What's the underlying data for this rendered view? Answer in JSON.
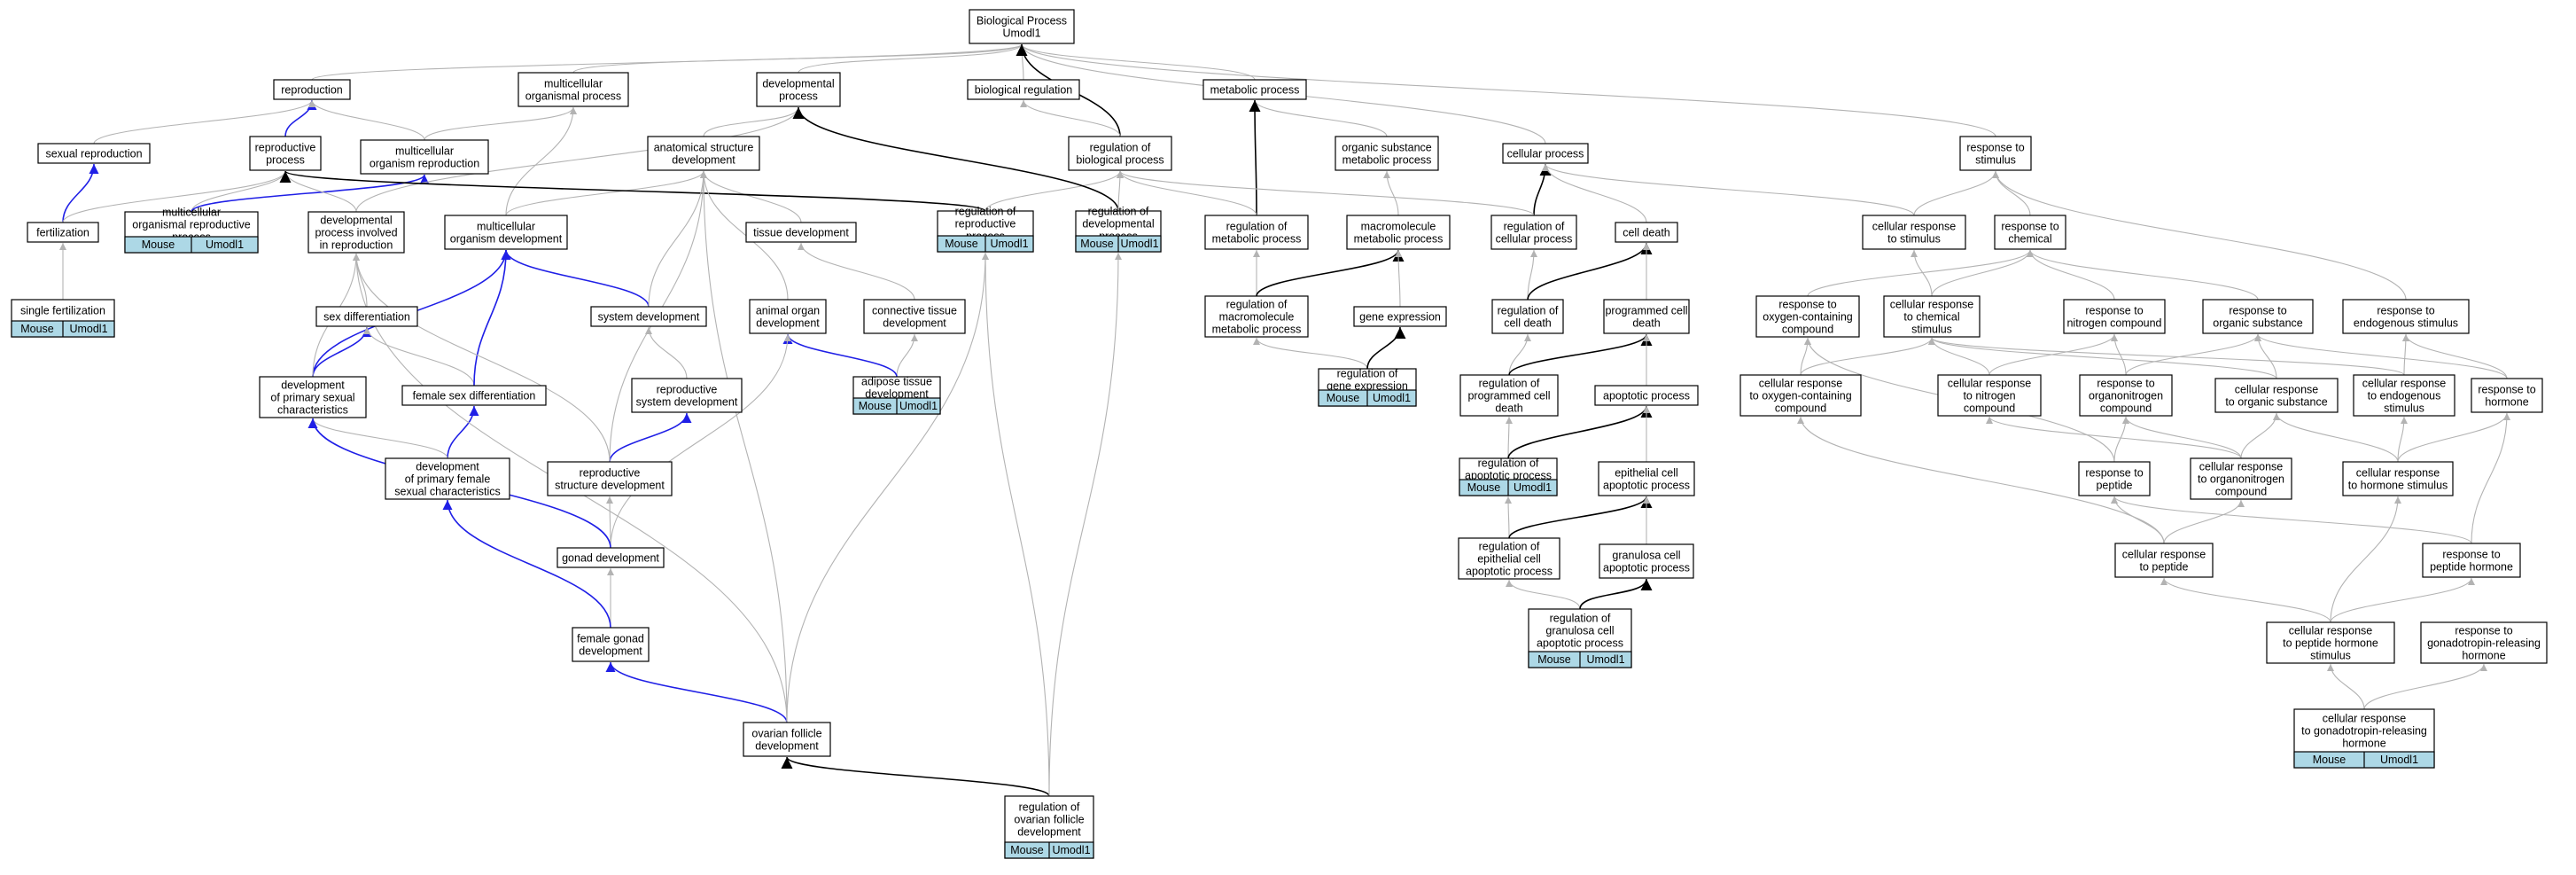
{
  "colors": {
    "grey_edge": "#b3b3b3",
    "blue_edge": "#1f1fe6",
    "black_edge": "#000000",
    "badge_fill": "#add8e6",
    "node_fill": "#ffffff"
  },
  "badge": {
    "organism": "Mouse",
    "gene": "Umodl1"
  },
  "nodes": [
    {
      "id": "bp",
      "lines": [
        "Biological Process",
        "Umodl1"
      ]
    },
    {
      "id": "reproduction",
      "lines": [
        "reproduction"
      ]
    },
    {
      "id": "mop",
      "lines": [
        "multicellular",
        "organismal process"
      ]
    },
    {
      "id": "devproc",
      "lines": [
        "developmental",
        "process"
      ]
    },
    {
      "id": "bioreg",
      "lines": [
        "biological regulation"
      ]
    },
    {
      "id": "metab",
      "lines": [
        "metabolic process"
      ]
    },
    {
      "id": "sexrep",
      "lines": [
        "sexual reproduction"
      ]
    },
    {
      "id": "repproc",
      "lines": [
        "reproductive",
        "process"
      ]
    },
    {
      "id": "morep",
      "lines": [
        "multicellular",
        "organism reproduction"
      ]
    },
    {
      "id": "asd",
      "lines": [
        "anatomical structure",
        "development"
      ]
    },
    {
      "id": "regbio",
      "lines": [
        "regulation of",
        "biological process"
      ]
    },
    {
      "id": "osmp",
      "lines": [
        "organic substance",
        "metabolic process"
      ]
    },
    {
      "id": "cellproc",
      "lines": [
        "cellular process"
      ]
    },
    {
      "id": "respstim",
      "lines": [
        "response to",
        "stimulus"
      ]
    },
    {
      "id": "fert",
      "lines": [
        "fertilization"
      ]
    },
    {
      "id": "morp",
      "lines": [
        "multicellular",
        "organismal reproductive",
        "process"
      ],
      "badge": true
    },
    {
      "id": "dpir",
      "lines": [
        "developmental",
        "process involved",
        "in reproduction"
      ]
    },
    {
      "id": "mod",
      "lines": [
        "multicellular",
        "organism development"
      ]
    },
    {
      "id": "tissdev",
      "lines": [
        "tissue development"
      ]
    },
    {
      "id": "regrep",
      "lines": [
        "regulation of",
        "reproductive",
        "process"
      ],
      "badge": true
    },
    {
      "id": "regdev",
      "lines": [
        "regulation of",
        "developmental",
        "process"
      ],
      "badge": true
    },
    {
      "id": "regmet",
      "lines": [
        "regulation of",
        "metabolic process"
      ]
    },
    {
      "id": "macromp",
      "lines": [
        "macromolecule",
        "metabolic process"
      ]
    },
    {
      "id": "regcell",
      "lines": [
        "regulation of",
        "cellular process"
      ]
    },
    {
      "id": "celldeath",
      "lines": [
        "cell death"
      ]
    },
    {
      "id": "crstim",
      "lines": [
        "cellular response",
        "to stimulus"
      ]
    },
    {
      "id": "rchem",
      "lines": [
        "response to",
        "chemical"
      ]
    },
    {
      "id": "singfert",
      "lines": [
        "single fertilization"
      ],
      "badge": true
    },
    {
      "id": "sexdiff",
      "lines": [
        "sex differentiation"
      ]
    },
    {
      "id": "sysdev",
      "lines": [
        "system development"
      ]
    },
    {
      "id": "aod",
      "lines": [
        "animal organ",
        "development"
      ]
    },
    {
      "id": "ctd",
      "lines": [
        "connective tissue",
        "development"
      ]
    },
    {
      "id": "regmmp",
      "lines": [
        "regulation of",
        "macromolecule",
        "metabolic process"
      ]
    },
    {
      "id": "geneexp",
      "lines": [
        "gene expression"
      ]
    },
    {
      "id": "regcd",
      "lines": [
        "regulation of",
        "cell death"
      ]
    },
    {
      "id": "pcd",
      "lines": [
        "programmed cell",
        "death"
      ]
    },
    {
      "id": "roxy",
      "lines": [
        "response to",
        "oxygen-containing",
        "compound"
      ]
    },
    {
      "id": "crchem",
      "lines": [
        "cellular response",
        "to chemical",
        "stimulus"
      ]
    },
    {
      "id": "rnitro",
      "lines": [
        "response to",
        "nitrogen compound"
      ]
    },
    {
      "id": "rorgsub",
      "lines": [
        "response to",
        "organic substance"
      ]
    },
    {
      "id": "rendo",
      "lines": [
        "response to",
        "endogenous stimulus"
      ]
    },
    {
      "id": "dpsc",
      "lines": [
        "development",
        "of primary sexual",
        "characteristics"
      ]
    },
    {
      "id": "fsd",
      "lines": [
        "female sex differentiation"
      ]
    },
    {
      "id": "rsd",
      "lines": [
        "reproductive",
        "system development"
      ]
    },
    {
      "id": "atd",
      "lines": [
        "adipose tissue",
        "development"
      ],
      "badge": true
    },
    {
      "id": "regge",
      "lines": [
        "regulation of",
        "gene expression"
      ],
      "badge": true
    },
    {
      "id": "regpcd",
      "lines": [
        "regulation of",
        "programmed cell",
        "death"
      ]
    },
    {
      "id": "apop",
      "lines": [
        "apoptotic process"
      ]
    },
    {
      "id": "croxy",
      "lines": [
        "cellular response",
        "to oxygen-containing",
        "compound"
      ]
    },
    {
      "id": "crnitro",
      "lines": [
        "cellular response",
        "to nitrogen",
        "compound"
      ]
    },
    {
      "id": "rorgn",
      "lines": [
        "response to",
        "organonitrogen",
        "compound"
      ]
    },
    {
      "id": "crorgsub",
      "lines": [
        "cellular response",
        "to organic substance"
      ]
    },
    {
      "id": "crendo",
      "lines": [
        "cellular response",
        "to endogenous",
        "stimulus"
      ]
    },
    {
      "id": "rhorm",
      "lines": [
        "response to",
        "hormone"
      ]
    },
    {
      "id": "dpfsc",
      "lines": [
        "development",
        "of primary female",
        "sexual characteristics"
      ]
    },
    {
      "id": "rstruct",
      "lines": [
        "reproductive",
        "structure development"
      ]
    },
    {
      "id": "regap",
      "lines": [
        "regulation of",
        "apoptotic process"
      ],
      "badge": true
    },
    {
      "id": "ecap",
      "lines": [
        "epithelial cell",
        "apoptotic process"
      ]
    },
    {
      "id": "rpep",
      "lines": [
        "response to",
        "peptide"
      ]
    },
    {
      "id": "crorgn",
      "lines": [
        "cellular response",
        "to organonitrogen",
        "compound"
      ]
    },
    {
      "id": "crhorm",
      "lines": [
        "cellular response",
        "to hormone stimulus"
      ]
    },
    {
      "id": "gonad",
      "lines": [
        "gonad development"
      ]
    },
    {
      "id": "regecap",
      "lines": [
        "regulation of",
        "epithelial cell",
        "apoptotic process"
      ]
    },
    {
      "id": "gcap",
      "lines": [
        "granulosa cell",
        "apoptotic process"
      ]
    },
    {
      "id": "crpep",
      "lines": [
        "cellular response",
        "to peptide"
      ]
    },
    {
      "id": "rpephorm",
      "lines": [
        "response to",
        "peptide hormone"
      ]
    },
    {
      "id": "fgd",
      "lines": [
        "female gonad",
        "development"
      ]
    },
    {
      "id": "reggcap",
      "lines": [
        "regulation of",
        "granulosa cell",
        "apoptotic process"
      ],
      "badge": true
    },
    {
      "id": "crpephorm",
      "lines": [
        "cellular response",
        "to peptide hormone",
        "stimulus"
      ]
    },
    {
      "id": "rgnrh",
      "lines": [
        "response to",
        "gonadotropin-releasing",
        "hormone"
      ]
    },
    {
      "id": "ofd",
      "lines": [
        "ovarian follicle",
        "development"
      ]
    },
    {
      "id": "regofd",
      "lines": [
        "regulation of",
        "ovarian follicle",
        "development"
      ],
      "badge": true
    },
    {
      "id": "crgnrh",
      "lines": [
        "cellular response",
        "to gonadotropin-releasing",
        "hormone"
      ],
      "badge": true
    }
  ],
  "edges": [
    {
      "from": "reproduction",
      "to": "bp",
      "style": "grey"
    },
    {
      "from": "mop",
      "to": "bp",
      "style": "grey"
    },
    {
      "from": "devproc",
      "to": "bp",
      "style": "grey"
    },
    {
      "from": "bioreg",
      "to": "bp",
      "style": "grey"
    },
    {
      "from": "metab",
      "to": "bp",
      "style": "grey"
    },
    {
      "from": "cellproc",
      "to": "bp",
      "style": "grey"
    },
    {
      "from": "respstim",
      "to": "bp",
      "style": "grey"
    },
    {
      "from": "regbio",
      "to": "bp",
      "style": "black"
    },
    {
      "from": "regbio",
      "to": "bioreg",
      "style": "grey"
    },
    {
      "from": "sexrep",
      "to": "reproduction",
      "style": "grey"
    },
    {
      "from": "repproc",
      "to": "reproduction",
      "style": "blue"
    },
    {
      "from": "morep",
      "to": "reproduction",
      "style": "grey"
    },
    {
      "from": "morep",
      "to": "mop",
      "style": "grey"
    },
    {
      "from": "asd",
      "to": "devproc",
      "style": "grey"
    },
    {
      "from": "osmp",
      "to": "metab",
      "style": "grey"
    },
    {
      "from": "fert",
      "to": "sexrep",
      "style": "blue"
    },
    {
      "from": "fert",
      "to": "repproc",
      "style": "grey"
    },
    {
      "from": "singfert",
      "to": "fert",
      "style": "grey"
    },
    {
      "from": "morp",
      "to": "repproc",
      "style": "grey"
    },
    {
      "from": "morp",
      "to": "morep",
      "style": "blue"
    },
    {
      "from": "dpir",
      "to": "repproc",
      "style": "grey"
    },
    {
      "from": "dpir",
      "to": "devproc",
      "style": "grey"
    },
    {
      "from": "mod",
      "to": "mop",
      "style": "grey"
    },
    {
      "from": "mod",
      "to": "asd",
      "style": "grey"
    },
    {
      "from": "tissdev",
      "to": "asd",
      "style": "grey"
    },
    {
      "from": "regrep",
      "to": "repproc",
      "style": "black"
    },
    {
      "from": "regrep",
      "to": "regbio",
      "style": "grey"
    },
    {
      "from": "regdev",
      "to": "devproc",
      "style": "black"
    },
    {
      "from": "regdev",
      "to": "regbio",
      "style": "grey"
    },
    {
      "from": "regmet",
      "to": "metab",
      "style": "black"
    },
    {
      "from": "regmet",
      "to": "regbio",
      "style": "grey"
    },
    {
      "from": "macromp",
      "to": "osmp",
      "style": "grey"
    },
    {
      "from": "regcell",
      "to": "cellproc",
      "style": "black"
    },
    {
      "from": "regcell",
      "to": "regbio",
      "style": "grey"
    },
    {
      "from": "celldeath",
      "to": "cellproc",
      "style": "grey"
    },
    {
      "from": "crstim",
      "to": "cellproc",
      "style": "grey"
    },
    {
      "from": "crstim",
      "to": "respstim",
      "style": "grey"
    },
    {
      "from": "rchem",
      "to": "respstim",
      "style": "grey"
    },
    {
      "from": "sexdiff",
      "to": "dpir",
      "style": "grey"
    },
    {
      "from": "sysdev",
      "to": "mod",
      "style": "blue"
    },
    {
      "from": "sysdev",
      "to": "asd",
      "style": "grey"
    },
    {
      "from": "aod",
      "to": "asd",
      "style": "grey"
    },
    {
      "from": "ctd",
      "to": "tissdev",
      "style": "grey"
    },
    {
      "from": "regmmp",
      "to": "regmet",
      "style": "grey"
    },
    {
      "from": "regmmp",
      "to": "macromp",
      "style": "black"
    },
    {
      "from": "geneexp",
      "to": "macromp",
      "style": "grey"
    },
    {
      "from": "regcd",
      "to": "regcell",
      "style": "grey"
    },
    {
      "from": "regcd",
      "to": "celldeath",
      "style": "black"
    },
    {
      "from": "pcd",
      "to": "celldeath",
      "style": "grey"
    },
    {
      "from": "roxy",
      "to": "rchem",
      "style": "grey"
    },
    {
      "from": "crchem",
      "to": "crstim",
      "style": "grey"
    },
    {
      "from": "crchem",
      "to": "rchem",
      "style": "grey"
    },
    {
      "from": "rnitro",
      "to": "rchem",
      "style": "grey"
    },
    {
      "from": "rorgsub",
      "to": "rchem",
      "style": "grey"
    },
    {
      "from": "rendo",
      "to": "respstim",
      "style": "grey"
    },
    {
      "from": "dpsc",
      "to": "sexdiff",
      "style": "blue"
    },
    {
      "from": "dpsc",
      "to": "mod",
      "style": "blue"
    },
    {
      "from": "dpsc",
      "to": "dpir",
      "style": "grey"
    },
    {
      "from": "fsd",
      "to": "sexdiff",
      "style": "grey"
    },
    {
      "from": "fsd",
      "to": "mod",
      "style": "blue"
    },
    {
      "from": "rsd",
      "to": "sysdev",
      "style": "grey"
    },
    {
      "from": "atd",
      "to": "ctd",
      "style": "grey"
    },
    {
      "from": "atd",
      "to": "aod",
      "style": "blue"
    },
    {
      "from": "regge",
      "to": "regmmp",
      "style": "grey"
    },
    {
      "from": "regge",
      "to": "geneexp",
      "style": "black"
    },
    {
      "from": "regpcd",
      "to": "regcd",
      "style": "grey"
    },
    {
      "from": "regpcd",
      "to": "pcd",
      "style": "black"
    },
    {
      "from": "apop",
      "to": "pcd",
      "style": "grey"
    },
    {
      "from": "croxy",
      "to": "roxy",
      "style": "grey"
    },
    {
      "from": "croxy",
      "to": "crchem",
      "style": "grey"
    },
    {
      "from": "crnitro",
      "to": "rnitro",
      "style": "grey"
    },
    {
      "from": "crnitro",
      "to": "crchem",
      "style": "grey"
    },
    {
      "from": "rorgn",
      "to": "rnitro",
      "style": "grey"
    },
    {
      "from": "rorgn",
      "to": "rorgsub",
      "style": "grey"
    },
    {
      "from": "crorgsub",
      "to": "rorgsub",
      "style": "grey"
    },
    {
      "from": "crorgsub",
      "to": "crchem",
      "style": "grey"
    },
    {
      "from": "crendo",
      "to": "rendo",
      "style": "grey"
    },
    {
      "from": "crendo",
      "to": "crchem",
      "style": "grey"
    },
    {
      "from": "rhorm",
      "to": "rorgsub",
      "style": "grey"
    },
    {
      "from": "rhorm",
      "to": "rendo",
      "style": "grey"
    },
    {
      "from": "dpfsc",
      "to": "fsd",
      "style": "blue"
    },
    {
      "from": "dpfsc",
      "to": "dpsc",
      "style": "grey"
    },
    {
      "from": "rstruct",
      "to": "rsd",
      "style": "blue"
    },
    {
      "from": "rstruct",
      "to": "asd",
      "style": "grey"
    },
    {
      "from": "rstruct",
      "to": "dpir",
      "style": "grey"
    },
    {
      "from": "regap",
      "to": "regpcd",
      "style": "grey"
    },
    {
      "from": "regap",
      "to": "apop",
      "style": "black"
    },
    {
      "from": "ecap",
      "to": "apop",
      "style": "grey"
    },
    {
      "from": "rpep",
      "to": "rorgn",
      "style": "grey"
    },
    {
      "from": "rpep",
      "to": "roxy",
      "style": "grey"
    },
    {
      "from": "crorgn",
      "to": "rorgn",
      "style": "grey"
    },
    {
      "from": "crorgn",
      "to": "crnitro",
      "style": "grey"
    },
    {
      "from": "crorgn",
      "to": "crorgsub",
      "style": "grey"
    },
    {
      "from": "crhorm",
      "to": "rhorm",
      "style": "grey"
    },
    {
      "from": "crhorm",
      "to": "crendo",
      "style": "grey"
    },
    {
      "from": "crhorm",
      "to": "crorgsub",
      "style": "grey"
    },
    {
      "from": "gonad",
      "to": "rstruct",
      "style": "grey"
    },
    {
      "from": "gonad",
      "to": "aod",
      "style": "grey"
    },
    {
      "from": "gonad",
      "to": "dpsc",
      "style": "blue"
    },
    {
      "from": "regecap",
      "to": "regap",
      "style": "grey"
    },
    {
      "from": "regecap",
      "to": "ecap",
      "style": "black"
    },
    {
      "from": "gcap",
      "to": "ecap",
      "style": "grey"
    },
    {
      "from": "crpep",
      "to": "rpep",
      "style": "grey"
    },
    {
      "from": "crpep",
      "to": "crorgn",
      "style": "grey"
    },
    {
      "from": "crpep",
      "to": "croxy",
      "style": "grey"
    },
    {
      "from": "rpephorm",
      "to": "rhorm",
      "style": "grey"
    },
    {
      "from": "rpephorm",
      "to": "rpep",
      "style": "grey"
    },
    {
      "from": "fgd",
      "to": "gonad",
      "style": "grey"
    },
    {
      "from": "fgd",
      "to": "dpfsc",
      "style": "blue"
    },
    {
      "from": "reggcap",
      "to": "regecap",
      "style": "grey"
    },
    {
      "from": "reggcap",
      "to": "gcap",
      "style": "black"
    },
    {
      "from": "crpephorm",
      "to": "rpephorm",
      "style": "grey"
    },
    {
      "from": "crpephorm",
      "to": "crpep",
      "style": "grey"
    },
    {
      "from": "crpephorm",
      "to": "crhorm",
      "style": "grey"
    },
    {
      "from": "ofd",
      "to": "fgd",
      "style": "blue"
    },
    {
      "from": "ofd",
      "to": "asd",
      "style": "grey"
    },
    {
      "from": "ofd",
      "to": "dpir",
      "style": "grey"
    },
    {
      "from": "ofd",
      "to": "regrep",
      "style": "grey"
    },
    {
      "from": "regofd",
      "to": "ofd",
      "style": "black"
    },
    {
      "from": "regofd",
      "to": "regrep",
      "style": "grey"
    },
    {
      "from": "regofd",
      "to": "regdev",
      "style": "grey"
    },
    {
      "from": "crgnrh",
      "to": "rgnrh",
      "style": "grey"
    },
    {
      "from": "crgnrh",
      "to": "crpephorm",
      "style": "grey"
    }
  ]
}
